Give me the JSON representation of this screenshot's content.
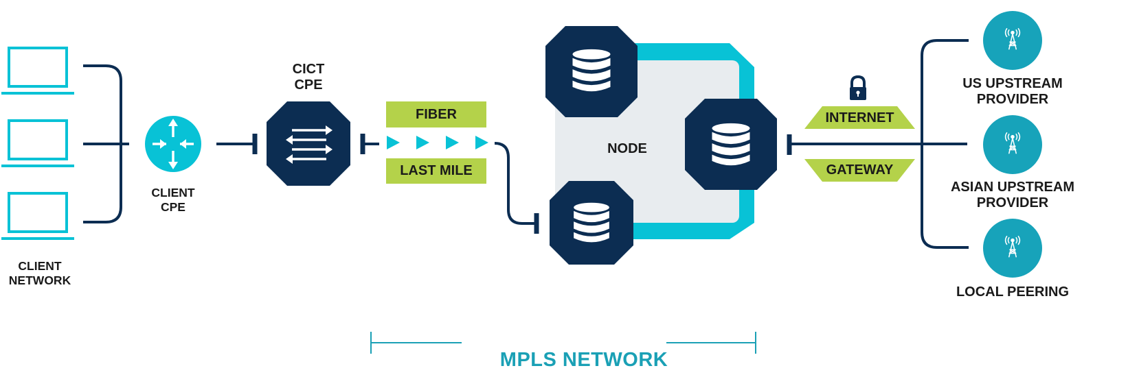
{
  "colors": {
    "navy": "#0c2d52",
    "teal": "#08c2d6",
    "teal_dark": "#17a3ba",
    "lime": "#b4d24a",
    "node_fill": "#e8ecef",
    "text": "#1a1a1a"
  },
  "client_network": {
    "devices": [
      "laptop-icon",
      "laptop-icon",
      "laptop-icon"
    ],
    "label_line1": "CLIENT",
    "label_line2": "NETWORK"
  },
  "client_cpe": {
    "icon": "router-icon",
    "label_line1": "CLIENT",
    "label_line2": "CPE"
  },
  "cict_cpe": {
    "icon": "switch-icon",
    "label_line1": "CICT",
    "label_line2": "CPE"
  },
  "link": {
    "top_label": "FIBER",
    "bottom_label": "LAST MILE"
  },
  "node": {
    "label": "NODE",
    "icon": "database-icon"
  },
  "gateway": {
    "lock_icon": "lock-icon",
    "top_label": "INTERNET",
    "bottom_label": "GATEWAY"
  },
  "providers": [
    {
      "icon": "antenna-tower-icon",
      "label_line1": "US UPSTREAM",
      "label_line2": "PROVIDER"
    },
    {
      "icon": "antenna-tower-icon",
      "label_line1": "ASIAN UPSTREAM",
      "label_line2": "PROVIDER"
    },
    {
      "icon": "antenna-tower-icon",
      "label_line1": "LOCAL PEERING",
      "label_line2": ""
    }
  ],
  "mpls": {
    "label": "MPLS NETWORK"
  }
}
